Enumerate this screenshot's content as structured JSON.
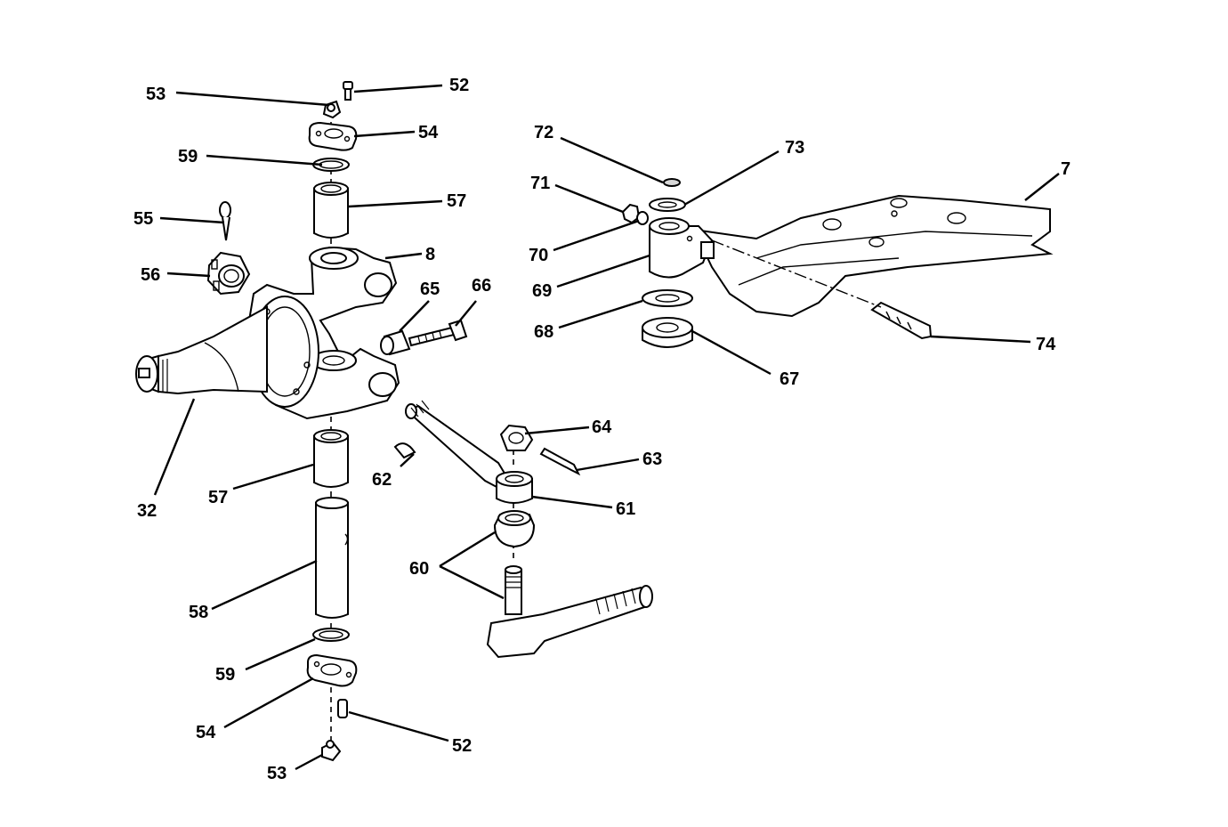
{
  "callouts": {
    "c52a": "52",
    "c53a": "53",
    "c54a": "54",
    "c59a": "59",
    "c57a": "57",
    "c55": "55",
    "c8": "8",
    "c56": "56",
    "c65": "65",
    "c66": "66",
    "c32": "32",
    "c57b": "57",
    "c62": "62",
    "c64": "64",
    "c63": "63",
    "c61": "61",
    "c60": "60",
    "c58": "58",
    "c59b": "59",
    "c54b": "54",
    "c52b": "52",
    "c53b": "53",
    "c72": "72",
    "c73": "73",
    "c7": "7",
    "c71": "71",
    "c70": "70",
    "c69": "69",
    "c68": "68",
    "c67": "67",
    "c74": "74"
  }
}
